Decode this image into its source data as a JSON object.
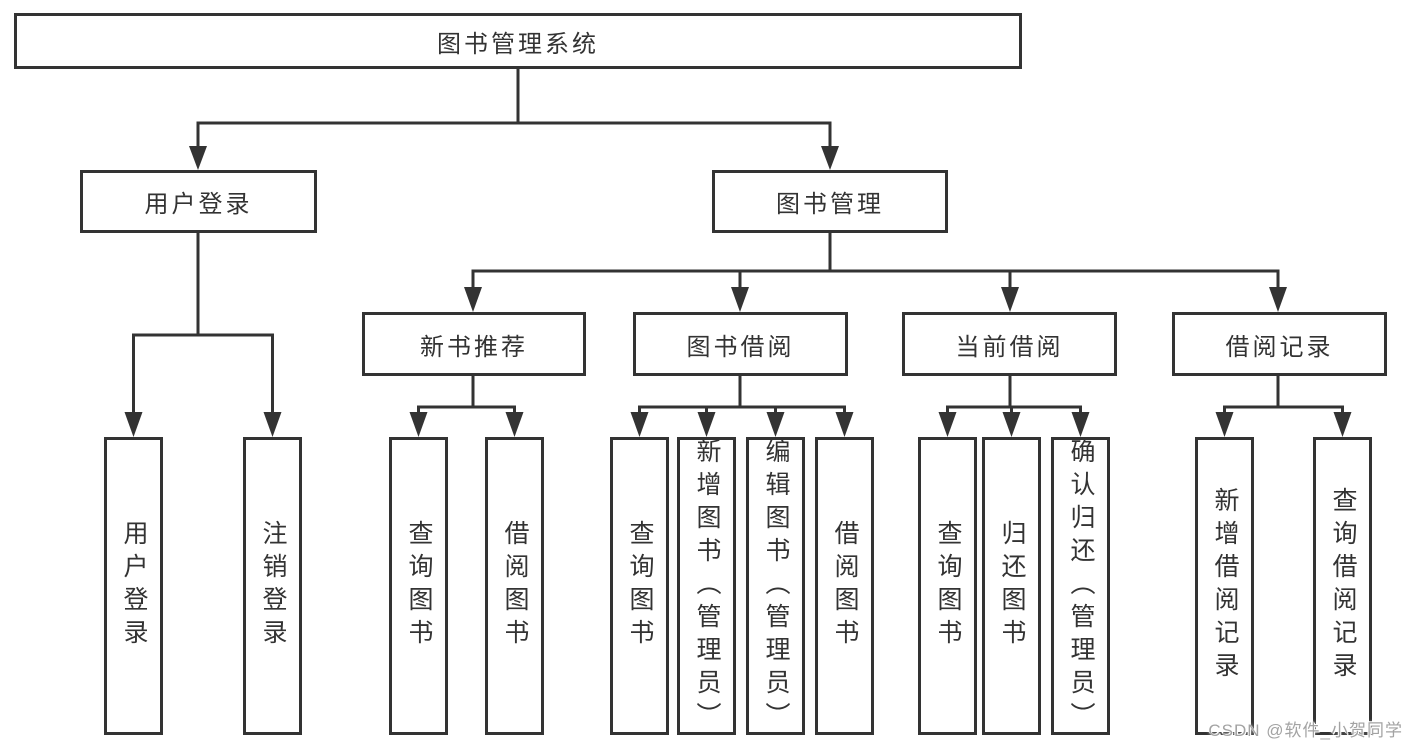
{
  "diagram": {
    "root": {
      "label": "图书管理系统"
    },
    "level2": [
      {
        "label": "用户登录"
      },
      {
        "label": "图书管理"
      }
    ],
    "level3": [
      {
        "label": "新书推荐"
      },
      {
        "label": "图书借阅"
      },
      {
        "label": "当前借阅"
      },
      {
        "label": "借阅记录"
      }
    ],
    "leaves": {
      "user_login": [
        "用户登录",
        "注销登录"
      ],
      "new_book": [
        "查询图书",
        "借阅图书"
      ],
      "book_borrow": [
        "查询图书",
        "新增图书（管理员）",
        "编辑图书（管理员）",
        "借阅图书"
      ],
      "current_borrow": [
        "查询图书",
        "归还图书",
        "确认归还（管理员）"
      ],
      "borrow_record": [
        "新增借阅记录",
        "查询借阅记录"
      ]
    }
  },
  "watermark": "CSDN @软件_小贺同学",
  "colors": {
    "line": "#333333",
    "text": "#333333",
    "watermark": "#a3a3a3",
    "background": "#ffffff"
  }
}
